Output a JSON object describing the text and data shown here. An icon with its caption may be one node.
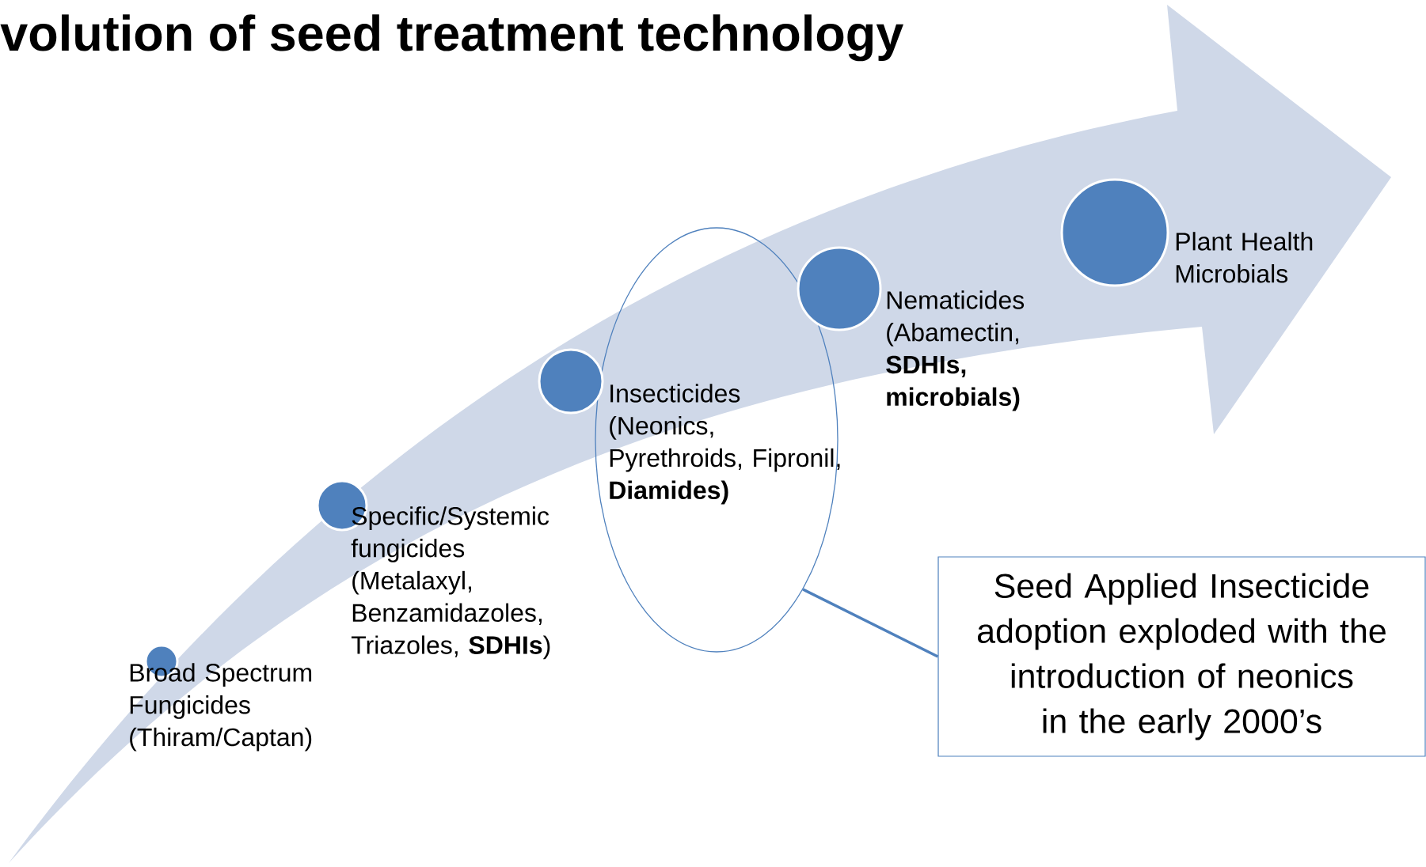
{
  "diagram": {
    "title": "volution of seed treatment technology",
    "nodes": [
      {
        "text": [],
        "shape": "circle",
        "beside": [
          "Broad Spectrum Fungicides (Thiram/Captan)"
        ]
      },
      {
        "text": [],
        "shape": "circle",
        "beside": [
          "Specific/Systemic fungicides (Metalaxyl, Benzamidazoles, Triazoles, **SDHIs**)"
        ]
      },
      {
        "text": [],
        "shape": "circle",
        "beside": [
          "Insecticides (Neonics, Pyrethroids, Fipronil, **Diamides)**"
        ]
      },
      {
        "text": [],
        "shape": "circle",
        "beside": [
          "Nematicides (Abamectin, **SDHIs, microbials)**"
        ]
      },
      {
        "text": [],
        "shape": "circle",
        "beside": [
          "Plant Health Microbials"
        ]
      },
      {
        "text": [],
        "shape": "ellipse"
      },
      {
        "text": [
          "Seed Applied Insecticide adoption exploded with the introduction of neonics in the early 2000’s"
        ]
      }
    ],
    "edges": [
      {
        "from": 6,
        "to": 5,
        "arrow": "none"
      }
    ]
  }
}
